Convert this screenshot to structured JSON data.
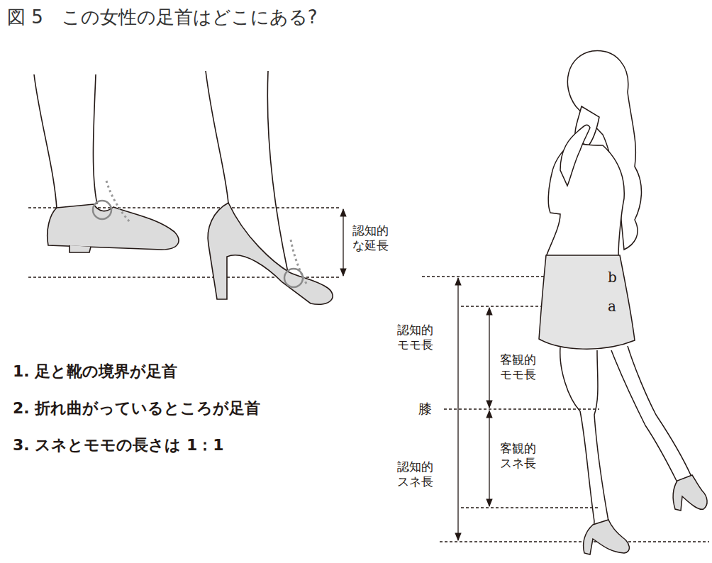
{
  "diagram": {
    "title": "図 5　この女性の足首はどこにある?",
    "labels": [
      "認知的な延長",
      "1. 足と靴の境界が足首",
      "2. 折れ曲がっているところが足首",
      "3. スネとモモの長さは 1：1",
      "b",
      "a",
      "認知的モモ長",
      "客観的モモ長",
      "膝",
      "客観的スネ長",
      "認知的スネ長"
    ]
  }
}
